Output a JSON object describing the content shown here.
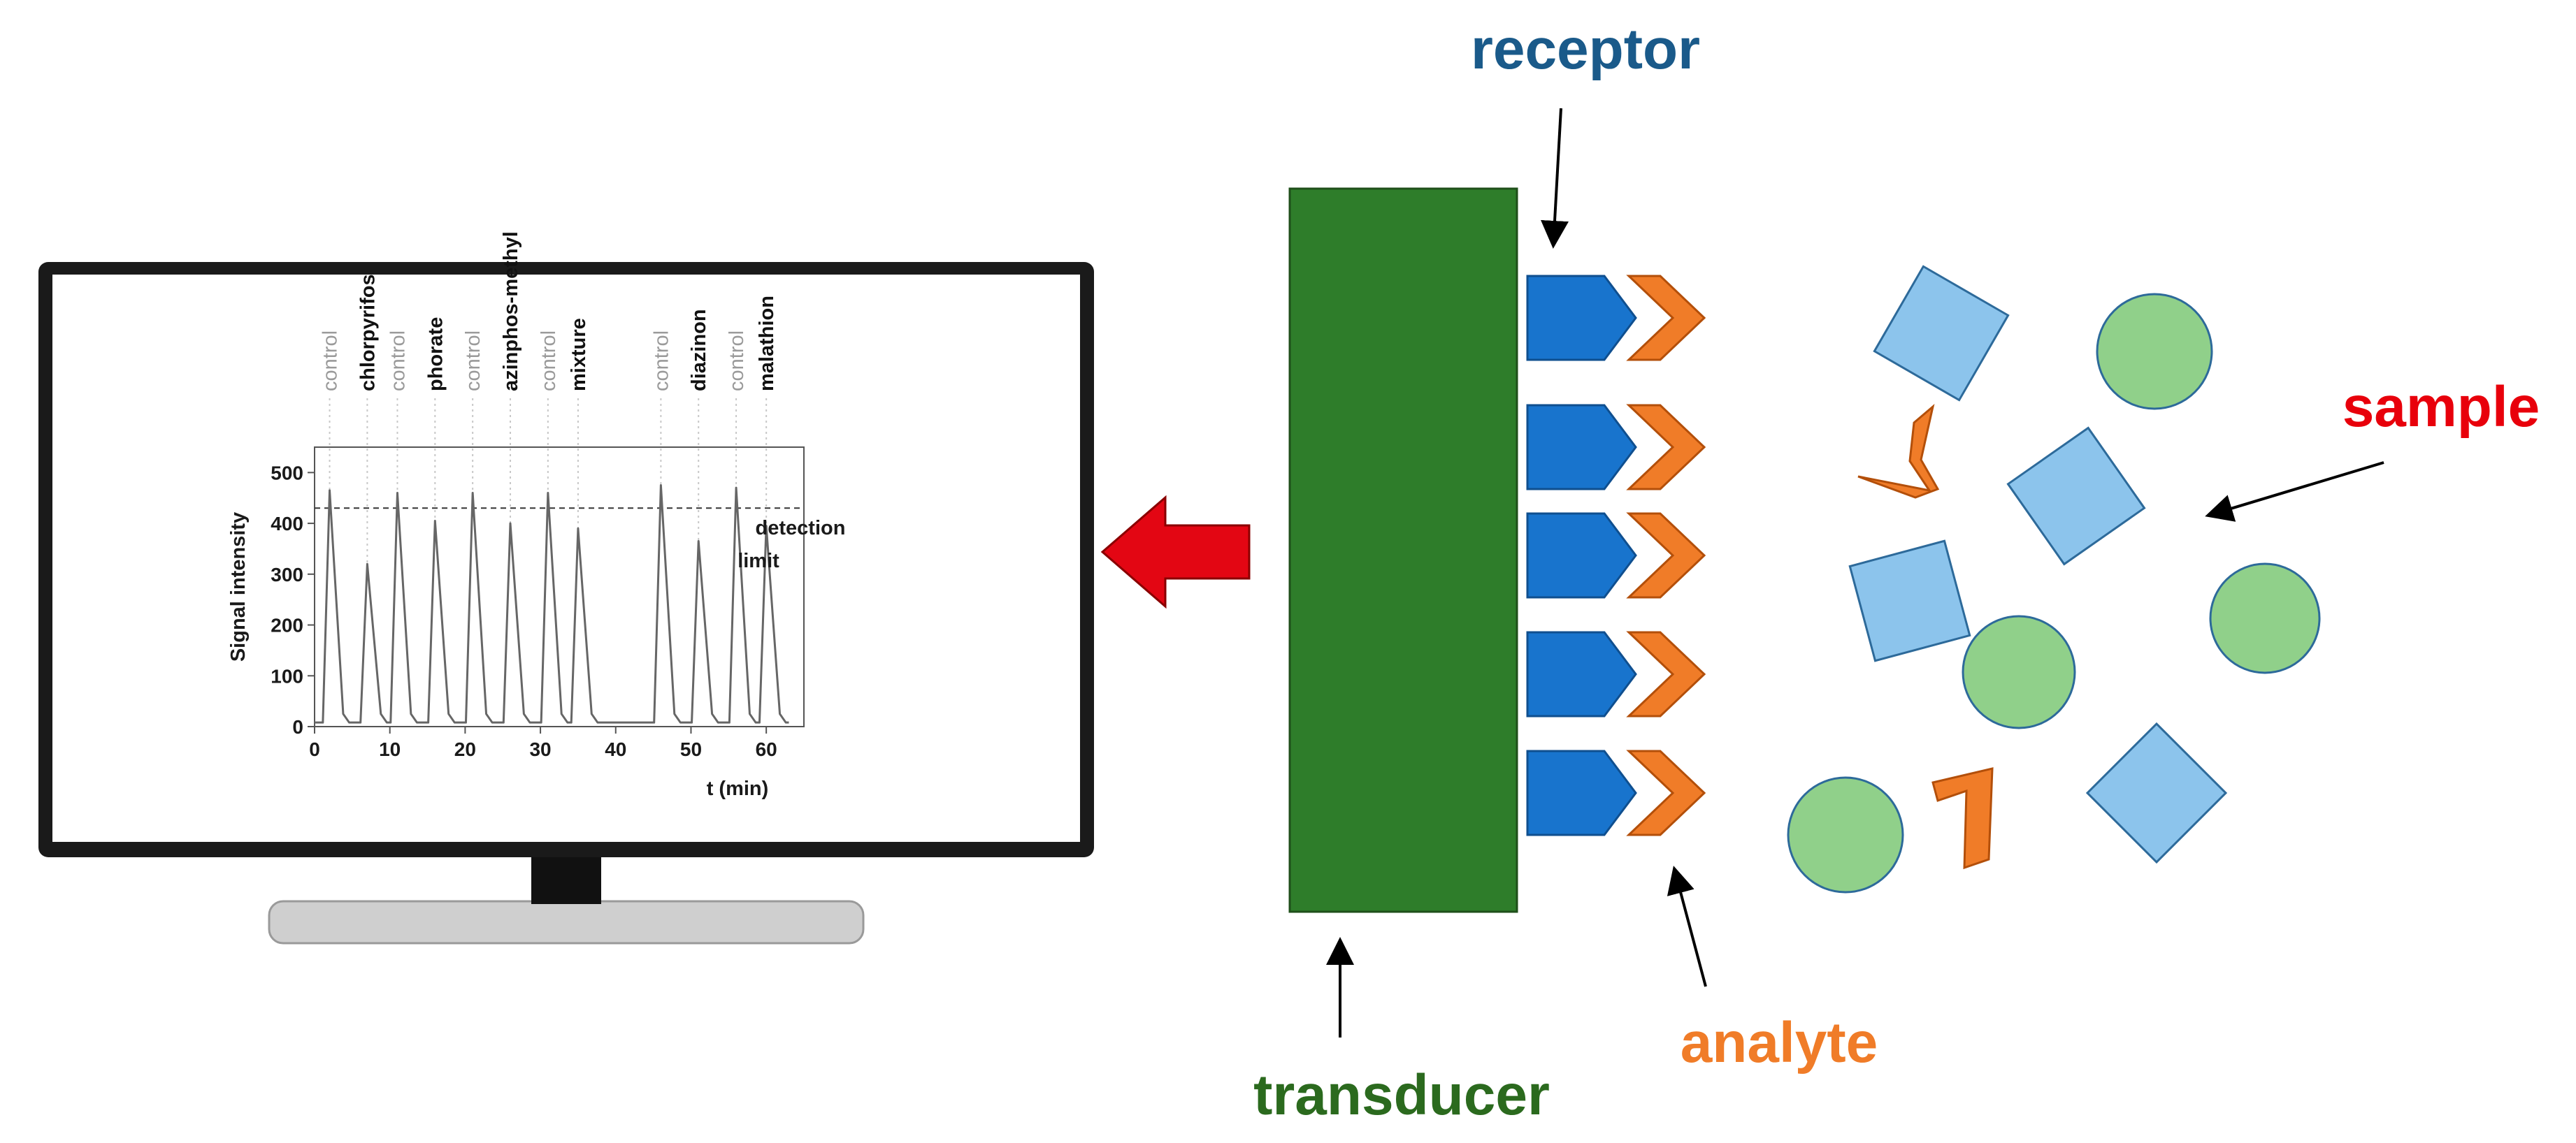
{
  "labels": {
    "receptor": "receptor",
    "sample": "sample",
    "analyte": "analyte",
    "transducer": "transducer"
  },
  "colors": {
    "receptor_label": "#1a5a8a",
    "sample_label": "#e8000b",
    "analyte_label": "#f07c28",
    "transducer_label": "#2b6a1e",
    "transducer_block": "#2e7d2a",
    "receptor_shape": "#1874cd",
    "analyte_shape": "#f07c28",
    "square_particle": "#8cc4ec",
    "circle_particle": "#90d08a",
    "output_arrow": "#e30613",
    "monitor_frame": "#1a1a1a"
  },
  "chart_data": {
    "type": "line",
    "xlabel": "t (min)",
    "ylabel": "Signal intensity",
    "xlim": [
      0,
      65
    ],
    "ylim": [
      0,
      550
    ],
    "x_ticks": [
      0,
      10,
      20,
      30,
      40,
      50,
      60
    ],
    "y_ticks": [
      0,
      100,
      200,
      300,
      400,
      500
    ],
    "threshold": {
      "value": 430,
      "label_line1": "detection",
      "label_line2": "limit"
    },
    "peaks": [
      {
        "x": 2,
        "y": 465,
        "label": "control",
        "kind": "control"
      },
      {
        "x": 7,
        "y": 320,
        "label": "chlorpyrifos",
        "kind": "sample"
      },
      {
        "x": 11,
        "y": 460,
        "label": "control",
        "kind": "control"
      },
      {
        "x": 16,
        "y": 405,
        "label": "phorate",
        "kind": "sample"
      },
      {
        "x": 21,
        "y": 460,
        "label": "control",
        "kind": "control"
      },
      {
        "x": 26,
        "y": 400,
        "label": "azinphos-methyl",
        "kind": "sample"
      },
      {
        "x": 31,
        "y": 460,
        "label": "control",
        "kind": "control"
      },
      {
        "x": 35,
        "y": 390,
        "label": "mixture",
        "kind": "sample"
      },
      {
        "x": 46,
        "y": 475,
        "label": "control",
        "kind": "control"
      },
      {
        "x": 51,
        "y": 365,
        "label": "diazinon",
        "kind": "sample"
      },
      {
        "x": 56,
        "y": 470,
        "label": "control",
        "kind": "control"
      },
      {
        "x": 60,
        "y": 395,
        "label": "malathion",
        "kind": "sample"
      }
    ]
  }
}
